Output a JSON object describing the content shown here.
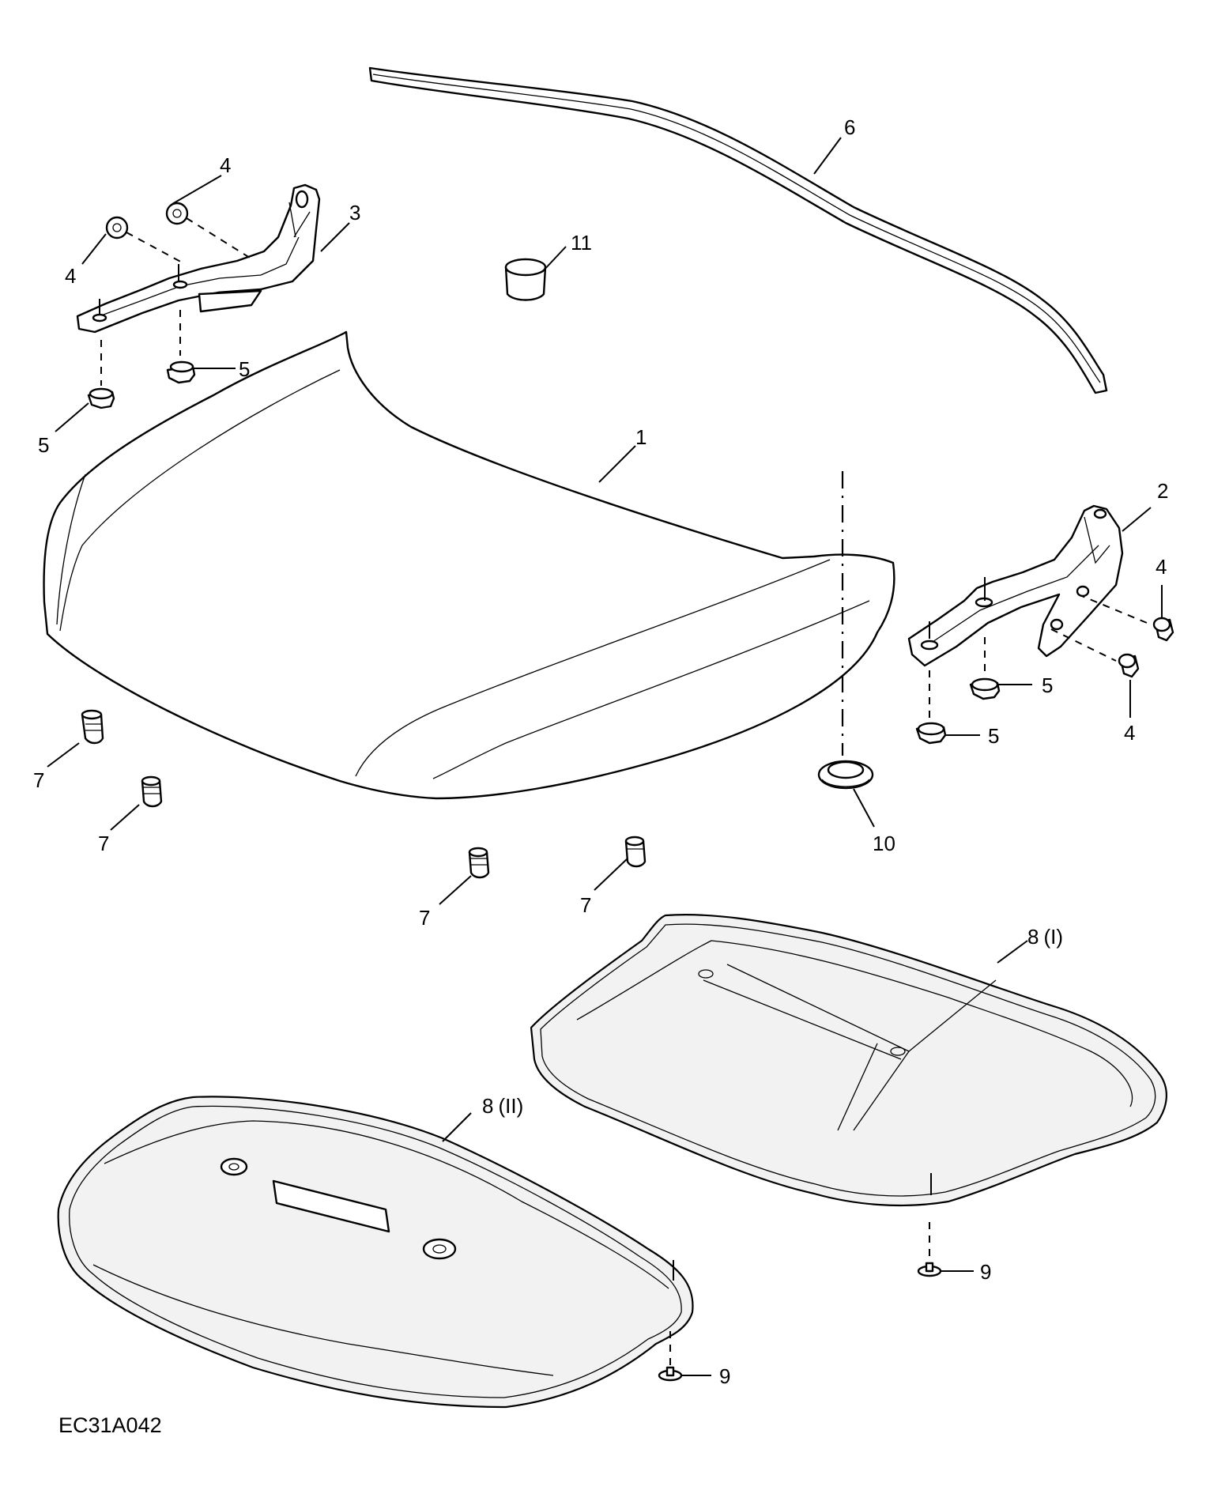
{
  "drawing_code": "EC31A042",
  "callouts": {
    "c1": "1",
    "c2": "2",
    "c3": "3",
    "c4": "4",
    "c5": "5",
    "c6": "6",
    "c7": "7",
    "c8_i": "8",
    "c8_i_suffix": "(I)",
    "c8_ii": "8",
    "c8_ii_suffix": "(II)",
    "c9": "9",
    "c10": "10",
    "c11": "11"
  }
}
